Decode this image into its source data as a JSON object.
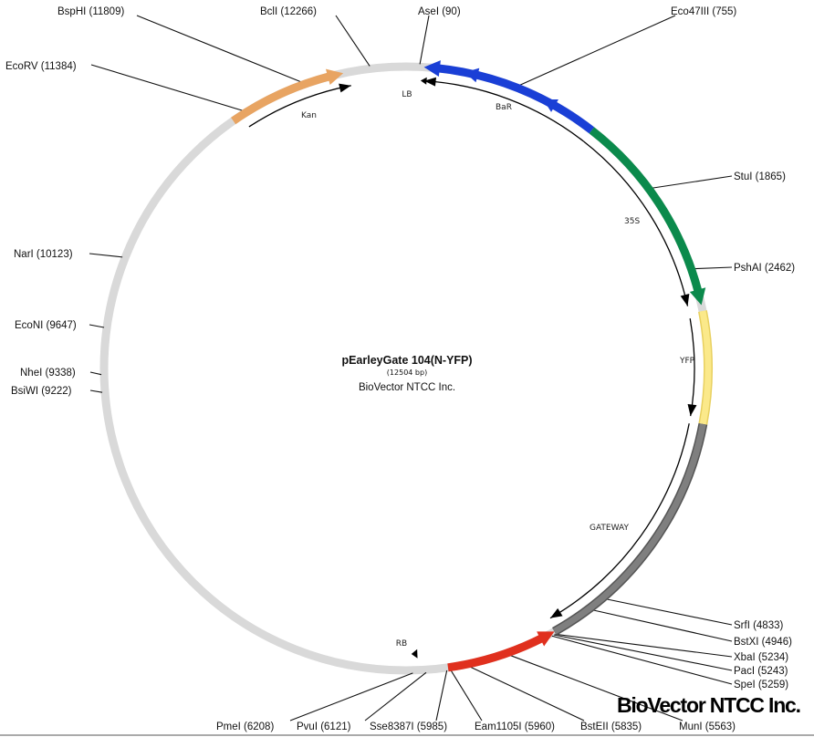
{
  "plasmid": {
    "name": "pEarleyGate 104(N-YFP)",
    "size_label": "(12504 bp)",
    "size_bp": 12504,
    "provider": "BioVector NTCC Inc."
  },
  "watermark": "BioVector NTCC Inc.",
  "features": [
    {
      "name": "BaR",
      "start": 118,
      "end": 1317,
      "color": "#1a3fd6",
      "direction": "reverse"
    },
    {
      "name": "35S",
      "start": 1317,
      "end": 2705,
      "color": "#0b8a4c",
      "direction": "forward"
    },
    {
      "name": "YFP",
      "start": 2745,
      "end": 3494,
      "color": "#fbe98a",
      "direction": "forward"
    },
    {
      "name": "GATEWAY",
      "start": 3494,
      "end": 5231,
      "color": "#7f7f7f",
      "direction": "forward"
    },
    {
      "name": "",
      "start": 5231,
      "end": 5975,
      "color": "#e0301e",
      "direction": "reverse"
    },
    {
      "name": "Kan",
      "start": 11292,
      "end": 12087,
      "color": "#e8a462",
      "direction": "forward"
    }
  ],
  "markers": [
    {
      "name": "LB",
      "pos": 100
    },
    {
      "name": "RB",
      "pos": 6250
    }
  ],
  "sites": [
    {
      "name": "BspHI",
      "pos": 11809,
      "label": "BspHI  (11809)"
    },
    {
      "name": "BclI",
      "pos": 12266,
      "label": "BclI  (12266)"
    },
    {
      "name": "AseI",
      "pos": 90,
      "label": "AseI  (90)"
    },
    {
      "name": "Eco47III",
      "pos": 755,
      "label": "Eco47III  (755)"
    },
    {
      "name": "EcoRV",
      "pos": 11384,
      "label": "EcoRV  (11384)"
    },
    {
      "name": "StuI",
      "pos": 1865,
      "label": "StuI  (1865)"
    },
    {
      "name": "PshAI",
      "pos": 2462,
      "label": "PshAI  (2462)"
    },
    {
      "name": "NarI",
      "pos": 10123,
      "label": "NarI  (10123)"
    },
    {
      "name": "EcoNI",
      "pos": 9647,
      "label": "EcoNI  (9647)"
    },
    {
      "name": "NheI",
      "pos": 9338,
      "label": "NheI  (9338)"
    },
    {
      "name": "BsiWI",
      "pos": 9222,
      "label": "BsiWI  (9222)"
    },
    {
      "name": "SrfI",
      "pos": 4833,
      "label": "SrfI  (4833)"
    },
    {
      "name": "BstXI",
      "pos": 4946,
      "label": "BstXI  (4946)"
    },
    {
      "name": "XbaI",
      "pos": 5234,
      "label": "XbaI  (5234)"
    },
    {
      "name": "PacI",
      "pos": 5243,
      "label": "PacI  (5243)"
    },
    {
      "name": "SpeI",
      "pos": 5259,
      "label": "SpeI  (5259)"
    },
    {
      "name": "MunI",
      "pos": 5563,
      "label": "MunI  (5563)"
    },
    {
      "name": "BstEII",
      "pos": 5835,
      "label": "BstEII  (5835)"
    },
    {
      "name": "Eam1105I",
      "pos": 5960,
      "label": "Eam1105I  (5960)"
    },
    {
      "name": "Sse8387I",
      "pos": 5985,
      "label": "Sse8387I  (5985)"
    },
    {
      "name": "PvuI",
      "pos": 6121,
      "label": "PvuI  (6121)"
    },
    {
      "name": "PmeI",
      "pos": 6208,
      "label": "PmeI  (6208)"
    }
  ]
}
